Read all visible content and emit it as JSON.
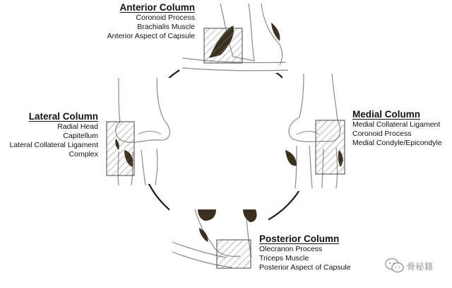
{
  "diagram": {
    "columns": [
      {
        "id": "anterior",
        "title": "Anterior Column",
        "items": [
          "Coronoid Process",
          "Brachialis Muscle",
          "Anterior Aspect of Capsule"
        ]
      },
      {
        "id": "lateral",
        "title": "Lateral Column",
        "items": [
          "Radial Head",
          "Capitellum",
          "Lateral Collateral Ligament",
          "Complex"
        ]
      },
      {
        "id": "medial",
        "title": "Medial Column",
        "items": [
          "Medial Collateral Ligament",
          "Coronoid Process",
          "Medial Condyle/Epicondyle"
        ]
      },
      {
        "id": "posterior",
        "title": "Posterior Column",
        "items": [
          "Olecranon Process",
          "Triceps Muscle",
          "Posterior Aspect of Capsule"
        ]
      }
    ]
  },
  "watermark": {
    "text": "骨秘籍",
    "icon": "wechat-logo-icon"
  },
  "colors": {
    "line": "#1a1a1a",
    "bone_outline": "#8a8a8a",
    "muscle_fill": "#3b3020",
    "hatch": "#777777",
    "watermark": "#9a9a9a"
  }
}
